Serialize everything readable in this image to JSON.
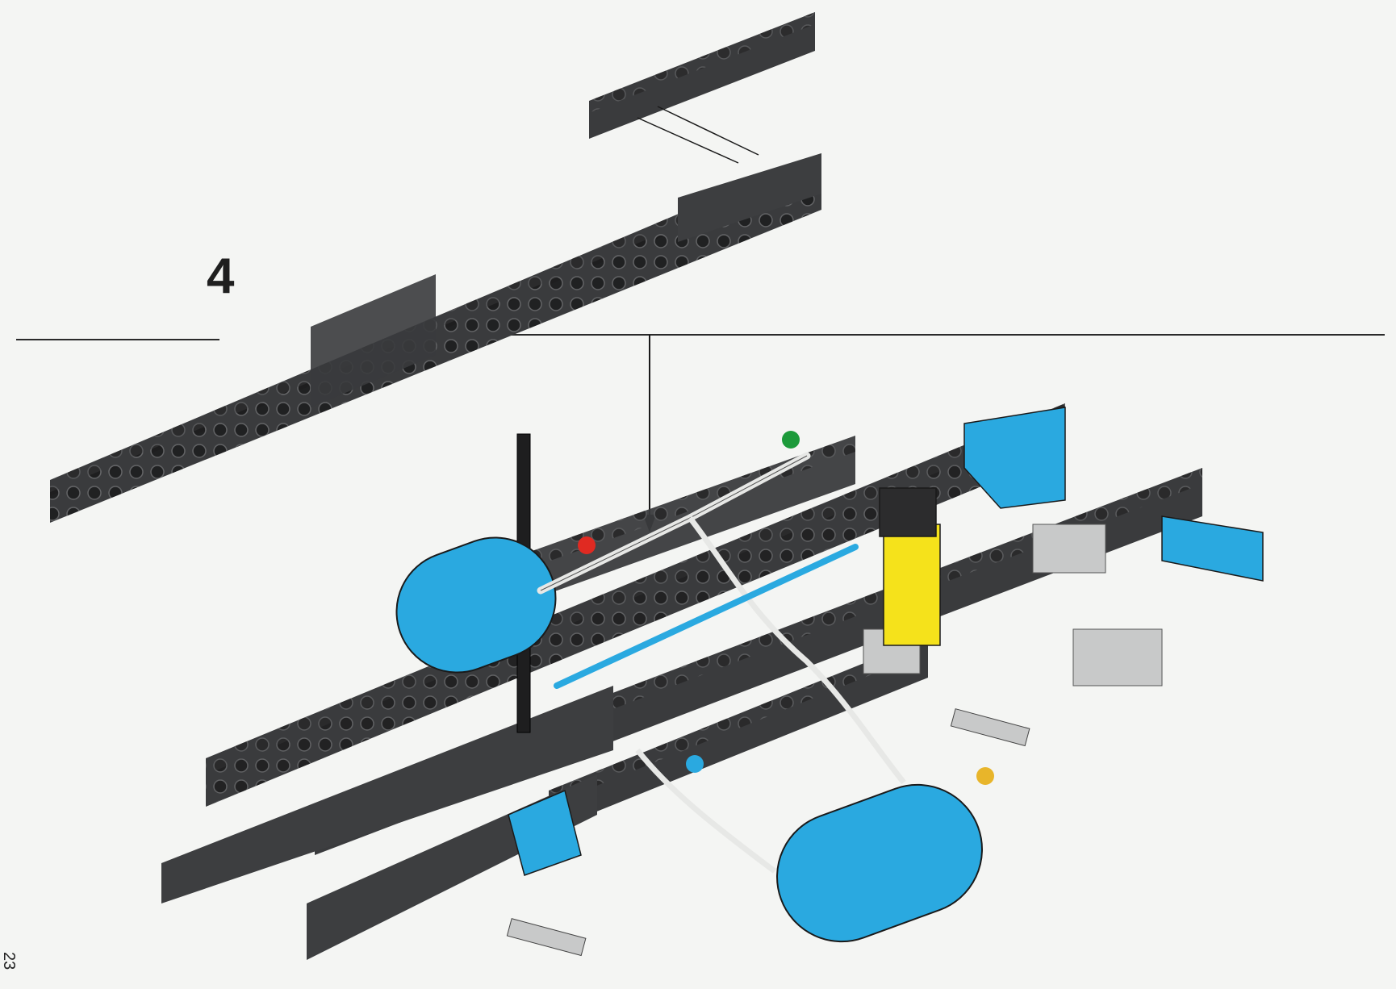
{
  "page": {
    "step_number": "4",
    "page_number": "23"
  },
  "colors": {
    "background": "#f4f5f3",
    "beam_dark_gray": "#3a3b3d",
    "beam_top": "#4a4b4d",
    "stud": "#2a2a2b",
    "light_gray": "#c8c9c9",
    "blue_part": "#2aa9e0",
    "yellow_part": "#f5e21b",
    "white_tube": "#e7e8e6",
    "dot_red": "#e02a22",
    "dot_green": "#1c9a3a",
    "dot_blue": "#2aa9e0",
    "dot_yellow": "#e8b52a"
  },
  "indicator_dots": [
    "red",
    "green",
    "blue",
    "yellow"
  ],
  "icons": [
    "step-divider-line",
    "assembly-arrow",
    "connector-line"
  ]
}
